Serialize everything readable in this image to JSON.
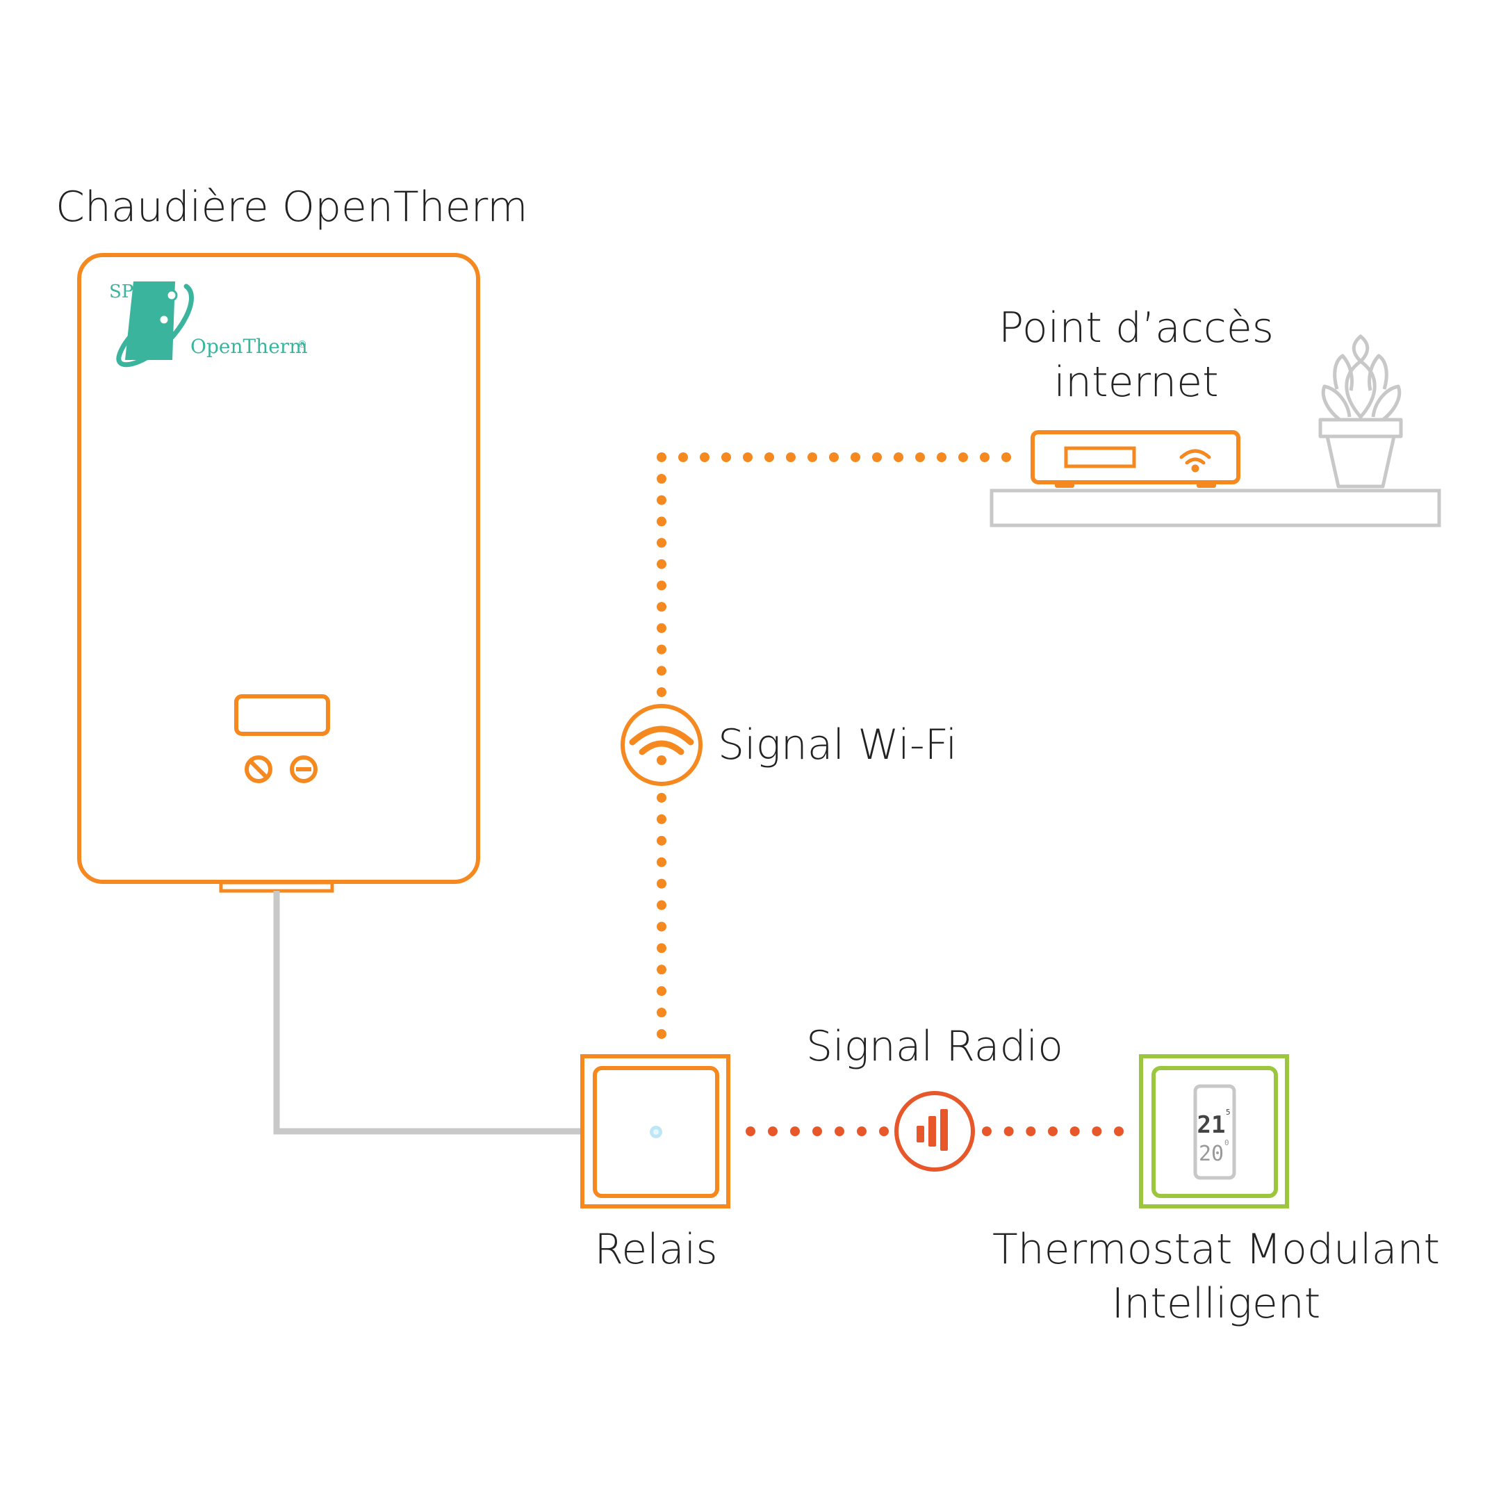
{
  "colors": {
    "orange": "#F5891F",
    "radio_red": "#E8572A",
    "green": "#9CC63E",
    "gray": "#c8c8c8",
    "teal": "#3BB49E",
    "text": "#222222"
  },
  "boiler": {
    "title": "Chaudière OpenTherm",
    "logo_sp": "SP",
    "logo_name": "OpenTherm",
    "logo_mark": "®"
  },
  "access_point": {
    "label_line1": "Point d’accès",
    "label_line2": "internet"
  },
  "signals": {
    "wifi_label": "Signal Wi-Fi",
    "radio_label": "Signal Radio"
  },
  "relay": {
    "label": "Relais"
  },
  "thermostat": {
    "label_line1": "Thermostat Modulant",
    "label_line2": "Intelligent",
    "temp_current": "21",
    "temp_current_sup": "5",
    "temp_target": "20",
    "temp_target_sup": "0"
  }
}
